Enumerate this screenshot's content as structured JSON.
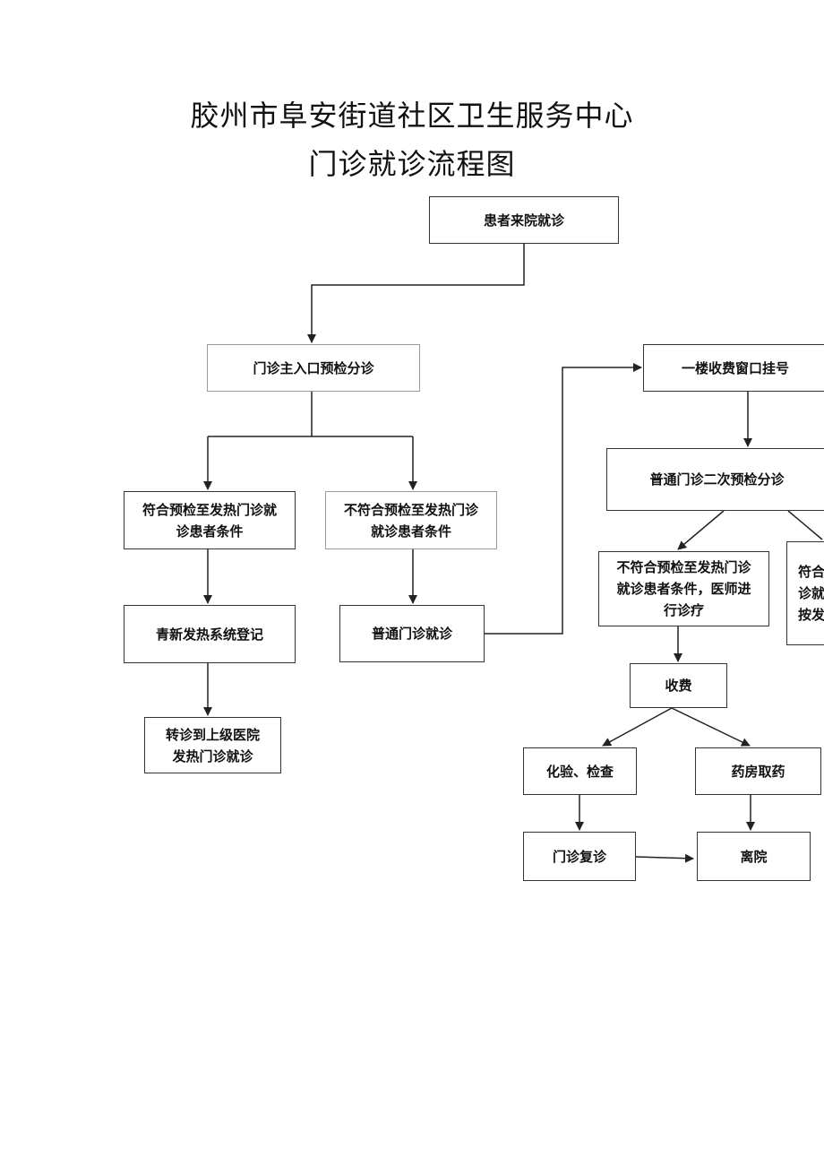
{
  "title_line1": "胶州市阜安街道社区卫生服务中心",
  "title_line2": "门诊就诊流程图",
  "nodes": {
    "arrive": "患者来院就诊",
    "triage": "门诊主入口预检分诊",
    "fever_yes": "符合预检至发热门诊就\n诊患者条件",
    "fever_no": "不符合预检至发热门诊\n就诊患者条件",
    "register_fever": "青新发热系统登记",
    "transfer": "转诊到上级医院\n发热门诊就诊",
    "general_clinic": "普通门诊就诊",
    "cashier_register": "一楼收费窗口挂号",
    "second_triage": "普通门诊二次预检分诊",
    "second_no": "不符合预检至发热门诊\n就诊患者条件，医师进\n行诊疗",
    "second_yes": "符合\n诊就\n按发",
    "payment": "收费",
    "lab": "化验、检查",
    "pharmacy": "药房取药",
    "revisit": "门诊复诊",
    "leave": "离院"
  },
  "colors": {
    "line": "#222222",
    "border": "#333333"
  }
}
